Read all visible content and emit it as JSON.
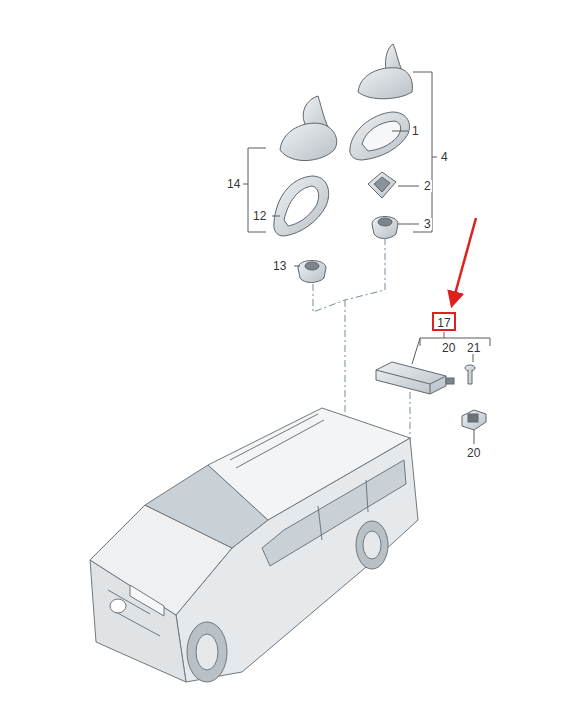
{
  "diagram": {
    "nodes": [
      {
        "text": [
          "17"
        ]
      }
    ],
    "edges": [],
    "labels": [
      "1",
      "2",
      "3",
      "4",
      "14",
      "12",
      "13",
      "20",
      "21",
      "20"
    ]
  }
}
